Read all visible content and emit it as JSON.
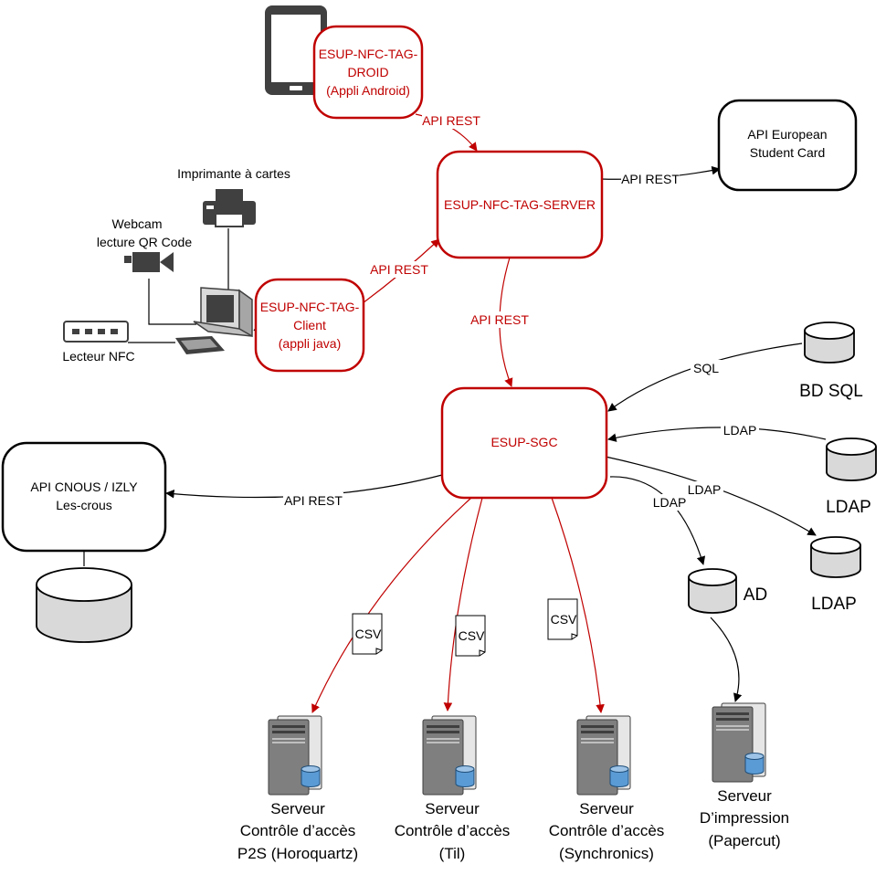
{
  "colors": {
    "red": "#c00000",
    "black": "#000000",
    "gray": "#d9d9d9"
  },
  "nodes": {
    "droid": [
      "ESUP-NFC-TAG-",
      "DROID",
      "(Appli Android)"
    ],
    "server": [
      "ESUP-NFC-TAG-SERVER"
    ],
    "client": [
      "ESUP-NFC-TAG-",
      "Client",
      "(appli java)"
    ],
    "sgc": [
      "ESUP-SGC"
    ],
    "esc": [
      "API European",
      "Student Card"
    ],
    "cnous": [
      "API CNOUS / IZLY",
      "Les-crous"
    ]
  },
  "devices": {
    "printer": "Imprimante à cartes",
    "webcam": [
      "Webcam",
      "lecture QR Code"
    ],
    "reader": "Lecteur NFC"
  },
  "databases": {
    "bdsql": "BD SQL",
    "ldap1": "LDAP",
    "ldap2": "LDAP",
    "ad": "AD"
  },
  "edges": {
    "droid_server": "API REST",
    "client_server": "API REST",
    "server_esc": "API REST",
    "server_sgc": "API REST",
    "sgc_cnous": "API REST",
    "sql": "SQL",
    "ldap_in": "LDAP",
    "ldap_out": "LDAP",
    "ldap_ad": "LDAP"
  },
  "docs": {
    "csv1": "CSV",
    "csv2": "CSV",
    "csv3": "CSV"
  },
  "servers": {
    "p2s": [
      "Serveur",
      "Contrôle d’accès",
      "P2S (Horoquartz)"
    ],
    "til": [
      "Serveur",
      "Contrôle d’accès",
      "(Til)"
    ],
    "sync": [
      "Serveur",
      "Contrôle d’accès",
      "(Synchronics)"
    ],
    "print": [
      "Serveur",
      "D’impression",
      "(Papercut)"
    ]
  },
  "icons": {
    "tablet": "tablet-icon",
    "printer": "printer-icon",
    "webcam": "webcam-icon",
    "reader": "nfc-reader-icon",
    "computer": "computer-icon",
    "database": "database-icon",
    "server": "server-icon",
    "document": "csv-document-icon"
  }
}
